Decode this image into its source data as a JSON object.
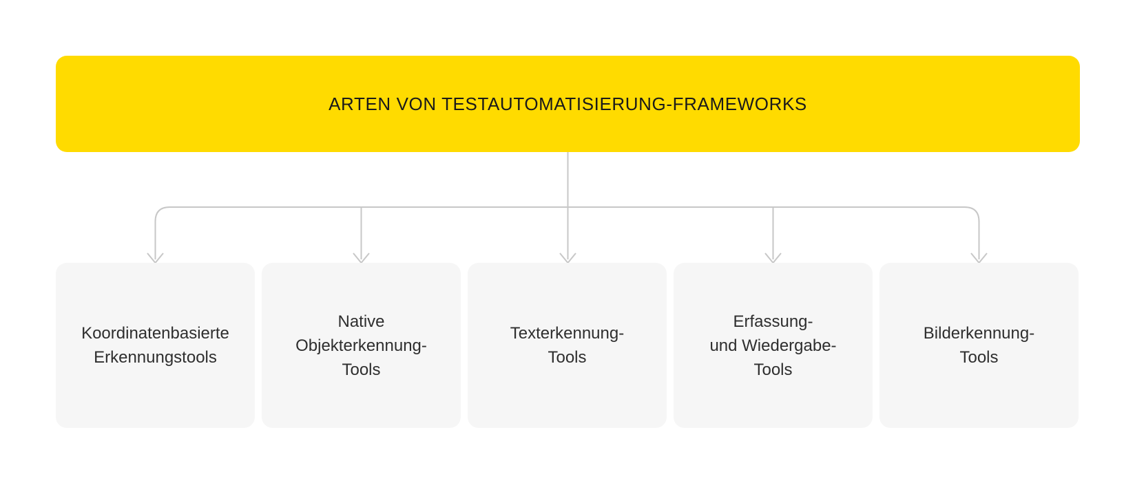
{
  "diagram": {
    "title": "ARTEN VON TESTAUTOMATISIERUNG-FRAMEWORKS",
    "nodes": [
      {
        "id": "koordinatenbasierte-erkennungstools",
        "label": "Koordinatenbasierte\nErkennungstools"
      },
      {
        "id": "native-objekterkennung-tools",
        "label": "Native\nObjekterkennung-\nTools"
      },
      {
        "id": "texterkennung-tools",
        "label": "Texterkennung-\nTools"
      },
      {
        "id": "erfassung-und-wiedergabe-tools",
        "label": "Erfassung-\nund Wiedergabe-\nTools"
      },
      {
        "id": "bilderkennung-tools",
        "label": "Bilderkennung-\nTools"
      }
    ],
    "colors": {
      "header_bg": "#FFDB00",
      "header_text": "#1A1A1A",
      "node_bg": "#F6F6F6",
      "node_text": "#2E2E2E",
      "connector": "#C7C7C7",
      "background": "#FFFFFF"
    }
  }
}
